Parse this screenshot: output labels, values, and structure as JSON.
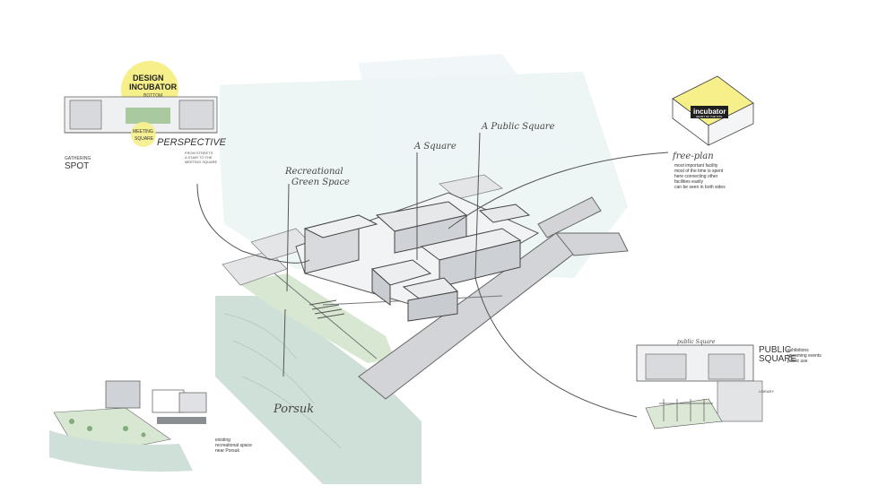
{
  "labels": {
    "recreational": [
      "Recreational",
      "Green Space"
    ],
    "square": "A Square",
    "public_square": "A Public Square",
    "porsuk": "Porsuk"
  },
  "perspective": {
    "title_line1": "DESIGN",
    "title_line2": "INCUBATOR",
    "title_sub": "BOTTOM",
    "stamp_line1": "MEETING",
    "stamp_line2": "SQUARE",
    "perspective_word": "PERSPECTIVE",
    "note": [
      "FROM STREETS",
      "A STAIR TO THE",
      "MEETING SQUARE"
    ],
    "spot_small": "GATHERING",
    "spot_big": "SPOT"
  },
  "incubator": {
    "title": "incubator",
    "subtitle": "HEART OF THE SITE",
    "freeplan": "free-plan",
    "bullets": [
      "most important facility",
      "most of the time is spent",
      "here connecting other",
      "facilities easily",
      "can be seen in both sides"
    ]
  },
  "public_square": {
    "sketch_label": "public Square",
    "heading_line1": "PUBLIC",
    "heading_line2": "SQUARE",
    "bullets": [
      "exhibitions",
      "upcoming events",
      "public use"
    ],
    "library": "LIBRARY"
  },
  "existing": {
    "bullets": [
      "existing",
      "recreational space",
      "near Porsuk"
    ]
  },
  "colors": {
    "highlight_yellow": "#f6ef8a",
    "river": "#c9ddd4",
    "green_space": "#d9e8d4",
    "road": "#c9cbcf",
    "sky_wash": "#e6f0f1"
  }
}
